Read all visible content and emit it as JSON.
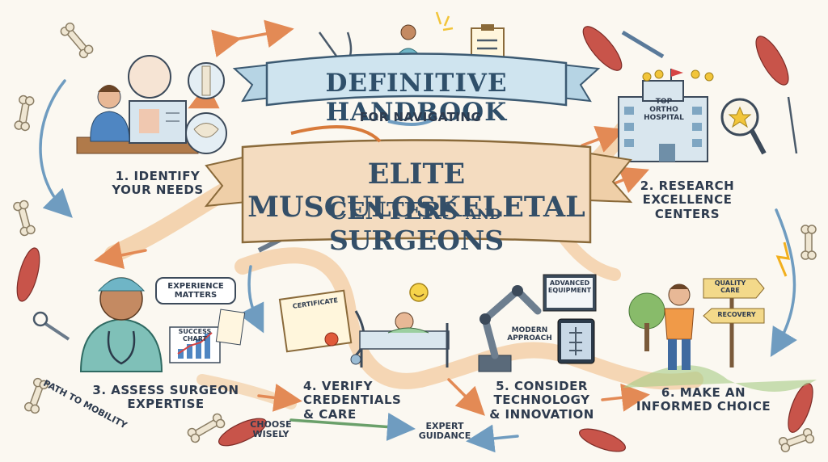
{
  "banner": {
    "top": "DEFINITIVE HANDBOOK",
    "middle": "FOR NAVIGATING",
    "main_line1": "ELITE MUSCULOSKELETAL",
    "main_line2a": "CENTERS",
    "main_and": "AND",
    "main_line2b": "SURGEONS"
  },
  "steps": [
    {
      "line1": "1. IDENTIFY",
      "line2": "YOUR NEEDS"
    },
    {
      "line1": "2. RESEARCH",
      "line2": "EXCELLENCE",
      "line3": "CENTERS"
    },
    {
      "line1": "3. ASSESS SURGEON",
      "line2": "EXPERTISE"
    },
    {
      "line1": "4. VERIFY",
      "line2": "CREDENTIALS",
      "line3": "& CARE"
    },
    {
      "line1": "5. CONSIDER",
      "line2": "TECHNOLOGY",
      "line3": "& INNOVATION"
    },
    {
      "line1": "6. MAKE AN",
      "line2": "INFORMED CHOICE"
    }
  ],
  "hospital": {
    "line1": "TOP",
    "line2": "ORTHO",
    "line3": "HOSPITAL"
  },
  "experience": {
    "line1": "EXPERIENCE",
    "line2": "MATTERS"
  },
  "success_chart": "SUCCESS CHART",
  "certificate": "CERTIFICATE",
  "advanced": {
    "line1": "ADVANCED",
    "line2": "EQUIPMENT"
  },
  "modern": {
    "line1": "MODERN",
    "line2": "APPROACH"
  },
  "signs": {
    "quality_1": "QUALITY",
    "quality_2": "CARE",
    "recovery": "RECOVERY"
  },
  "path_labels": {
    "path_to_mobility": "PATH TO MOBILITY",
    "choose_1": "CHOOSE",
    "choose_2": "WISELY",
    "expert_1": "EXPERT",
    "expert_2": "GUIDANCE"
  },
  "colors": {
    "banner": "#cfe4ef",
    "ribbon": "#f4dcc0",
    "path": "#f2c89a",
    "muscle": "#c8544a",
    "bone": "#efe6d2"
  }
}
